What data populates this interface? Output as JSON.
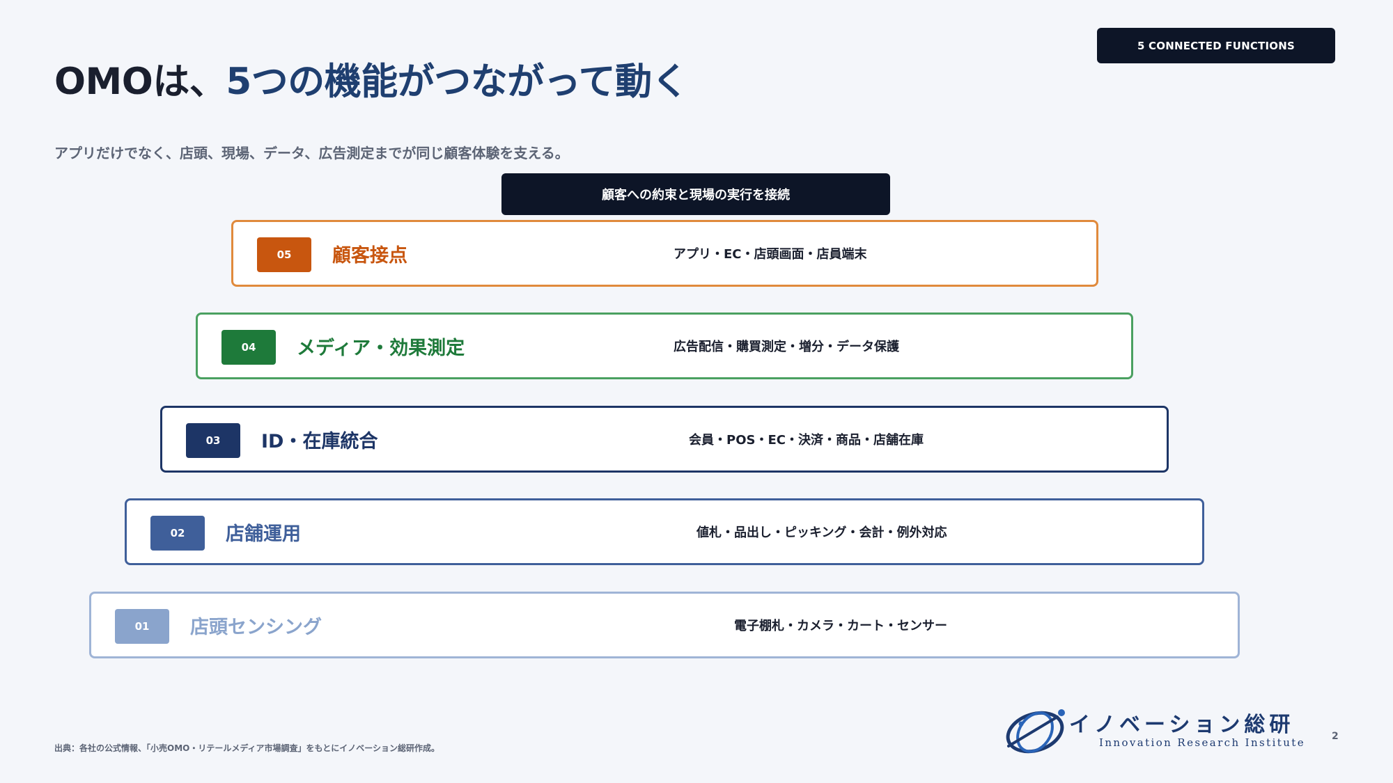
{
  "header": {
    "badge": "5 CONNECTED FUNCTIONS",
    "title_prefix": "OMOは、",
    "title_highlight": "5つの機能がつながって動く",
    "subtitle": "アプリだけでなく、店頭、現場、データ、広告測定までが同じ顧客体験を支える。"
  },
  "banner": "顧客への約束と現場の実行を接続",
  "layers": [
    {
      "num": "05",
      "name": "顧客接点",
      "desc": "アプリ・EC・店頭画面・店員端末",
      "accent": "#c8560f"
    },
    {
      "num": "04",
      "name": "メディア・効果測定",
      "desc": "広告配信・購買測定・増分・データ保護",
      "accent": "#1e7a3a"
    },
    {
      "num": "03",
      "name": "ID・在庫統合",
      "desc": "会員・POS・EC・決済・商品・店舗在庫",
      "accent": "#1d3566"
    },
    {
      "num": "02",
      "name": "店舗運用",
      "desc": "値札・品出し・ピッキング・会計・例外対応",
      "accent": "#3f5f9a"
    },
    {
      "num": "01",
      "name": "店頭センシング",
      "desc": "電子棚札・カメラ・カート・センサー",
      "accent": "#8aa4cc"
    }
  ],
  "footer": {
    "source": "出典：各社の公式情報、「小売OMO・リテールメディア市場調査」をもとにイノベーション総研作成。",
    "logo_jp": "イノベーション総研",
    "logo_en": "Innovation Research Institute",
    "page_number": "2"
  }
}
